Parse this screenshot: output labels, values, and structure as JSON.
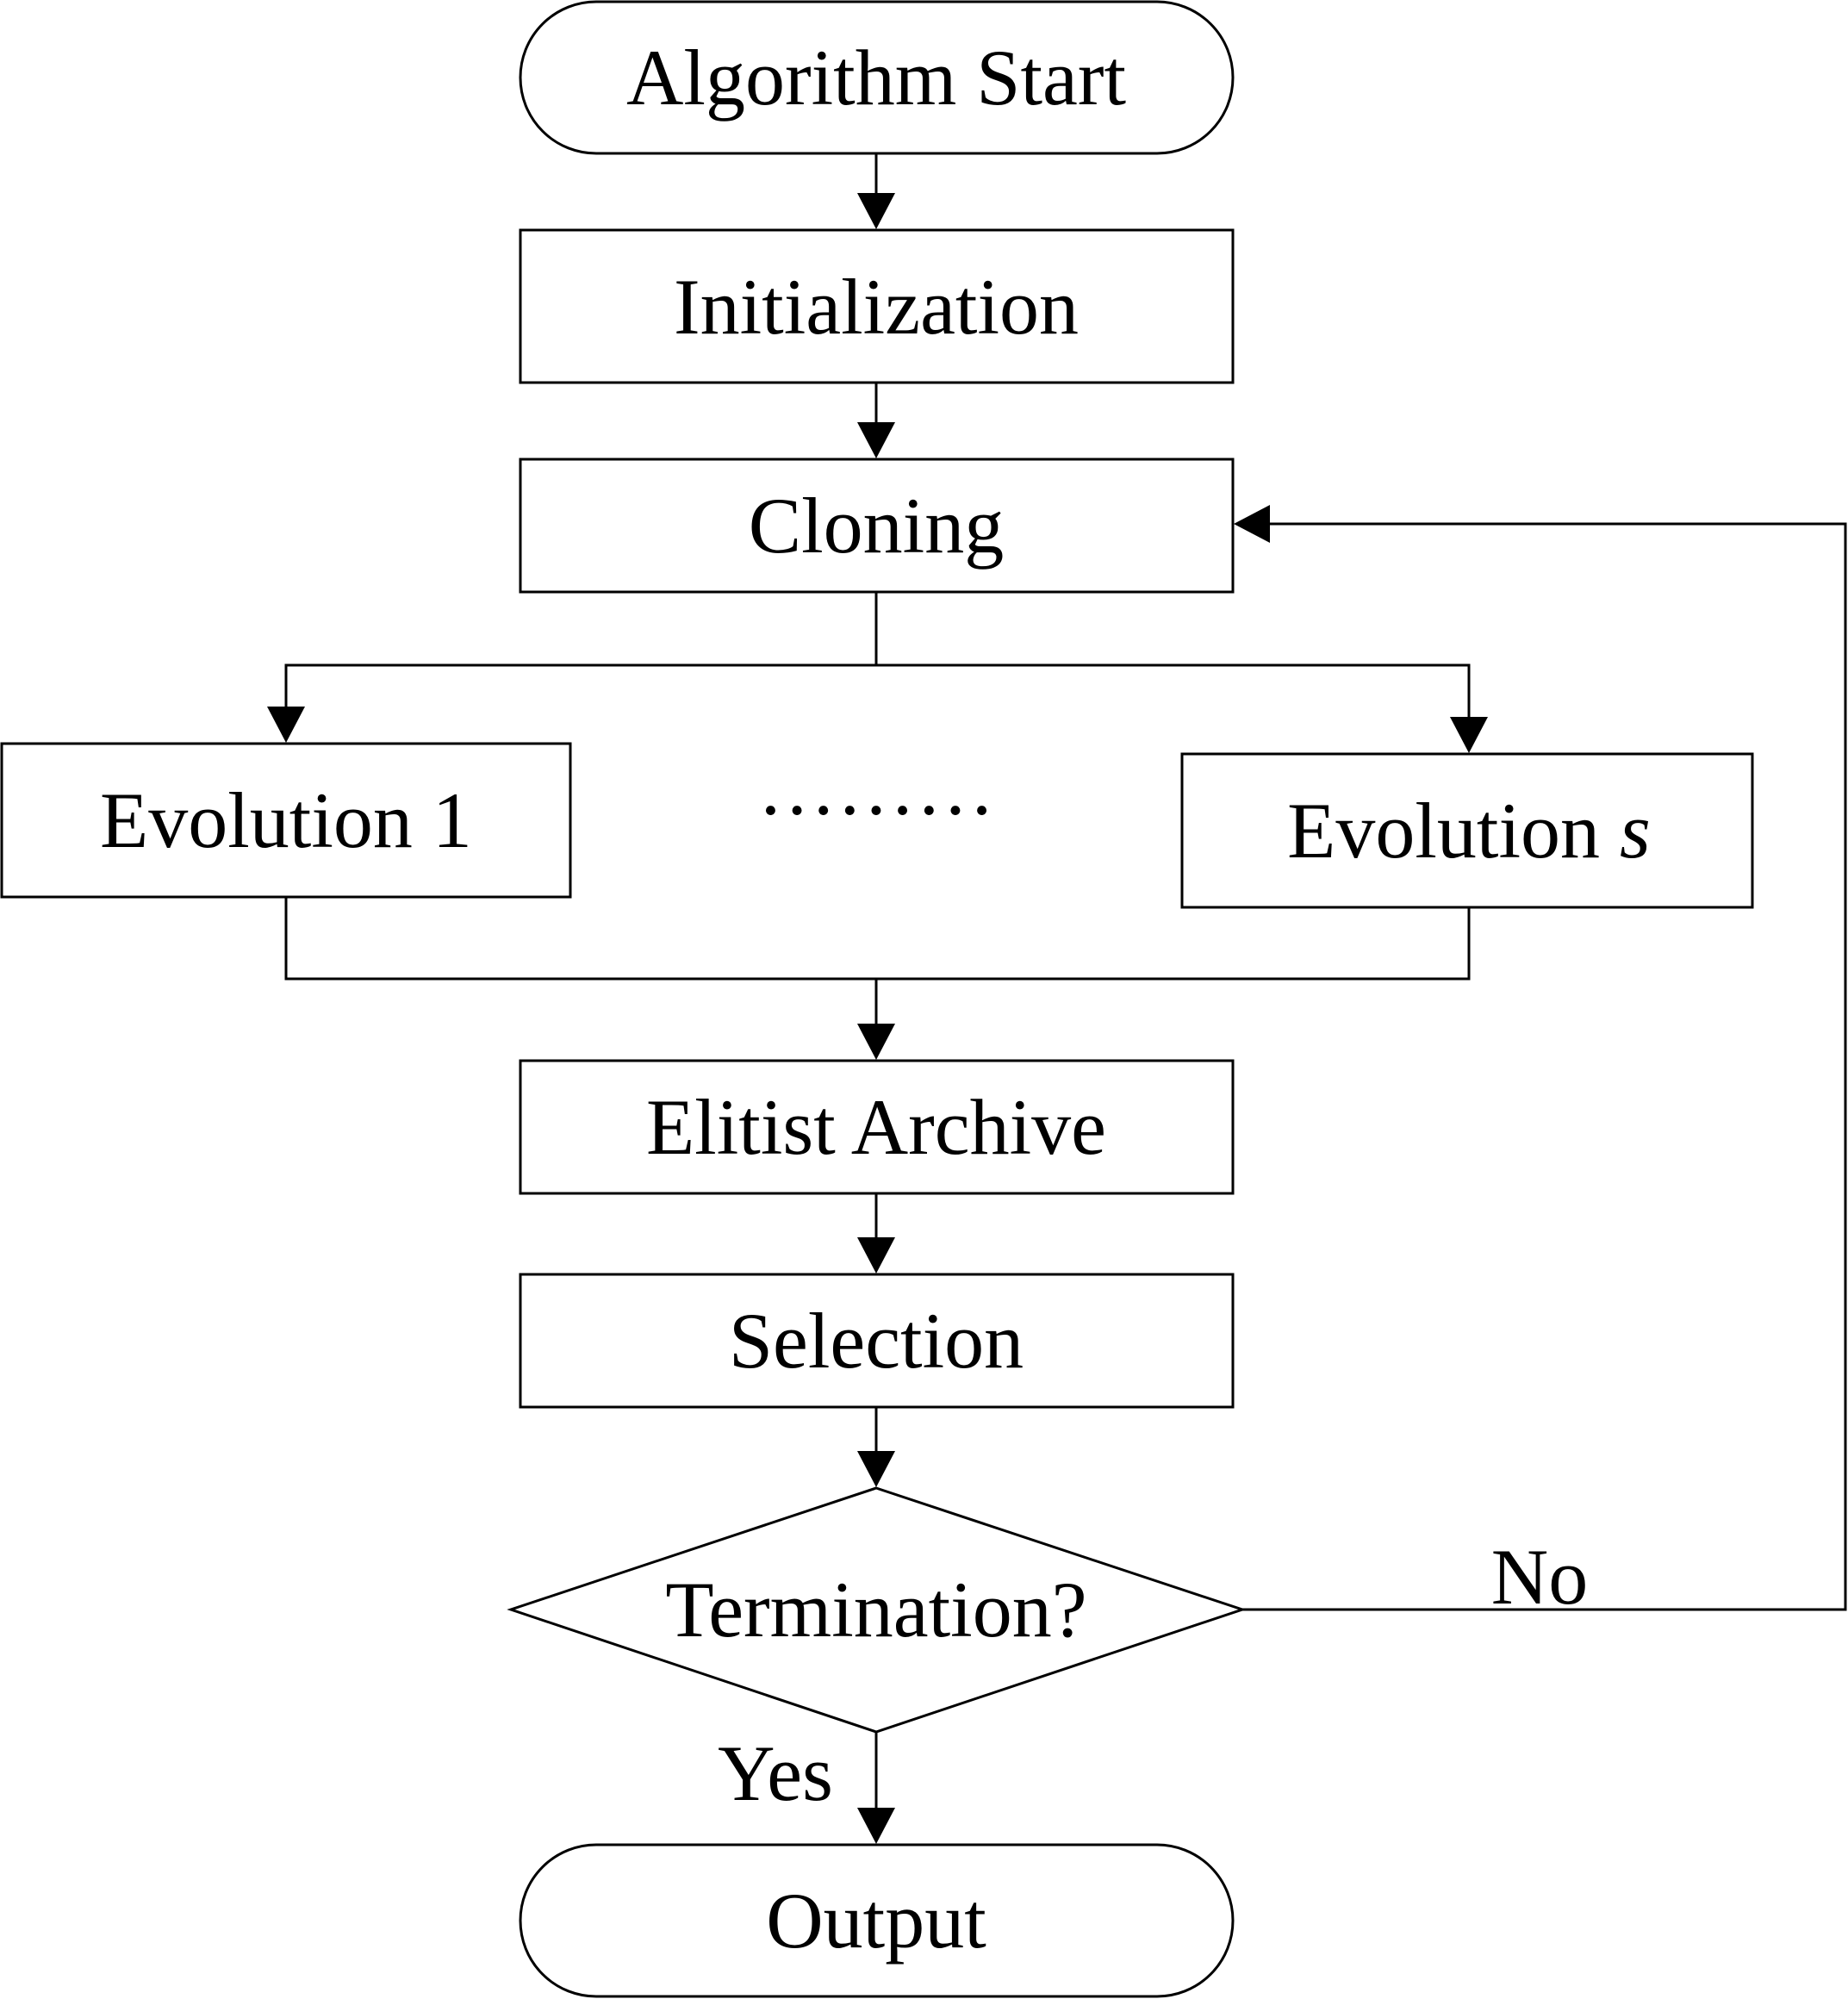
{
  "nodes": {
    "start": "Algorithm Start",
    "init": "Initialization",
    "cloning": "Cloning",
    "evolution1": "Evolution 1",
    "ellipsis": "·········",
    "evolution_s_prefix": "Evolution ",
    "evolution_s_var": "s",
    "archive": "Elitist Archive",
    "selection": "Selection",
    "termination": "Termination?",
    "output": "Output"
  },
  "edge_labels": {
    "no": "No",
    "yes": "Yes"
  }
}
